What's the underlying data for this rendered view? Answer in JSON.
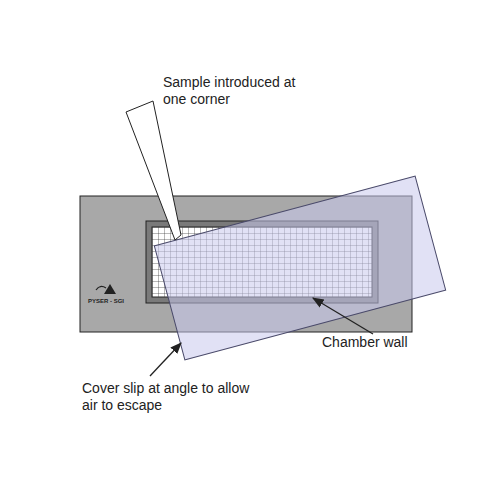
{
  "diagram": {
    "labels": [
      "Sample introduced at one corner",
      "Chamber wall",
      "Cover slip at angle to allow air to escape",
      "PYSER - SGI"
    ]
  }
}
